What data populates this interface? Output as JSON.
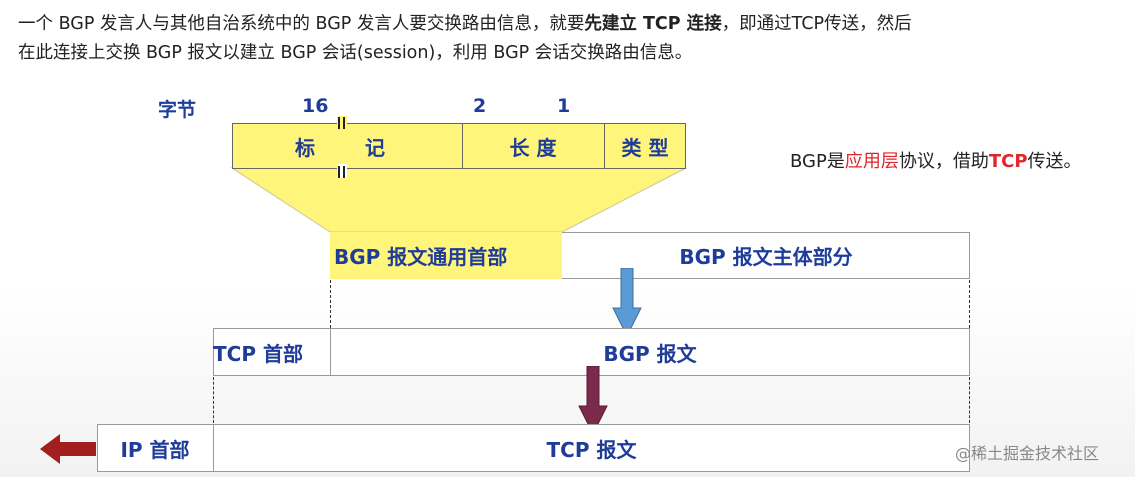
{
  "intro": {
    "line1_pre": "一个 BGP 发言人与其他自治系统中的 BGP 发言人要交换路由信息，就要",
    "line1_bold": "先建立 TCP 连接",
    "line1_post": "，即通过TCP传送，然后",
    "line2": "在此连接上交换 BGP 报文以建立 BGP 会话(session)，利用 BGP 会话交换路由信息。"
  },
  "header_fields": {
    "bytes_label": "字节",
    "size_marker": "16",
    "length_size": "2",
    "type_size": "1",
    "marker_label": [
      "标",
      "记"
    ],
    "length_label": "长 度",
    "type_label": "类 型"
  },
  "note": {
    "pre": "BGP是",
    "highlight": "应用层",
    "mid": "协议，借助",
    "highlight2": "TCP",
    "post": "传送。"
  },
  "bgp_message": {
    "header": "BGP 报文通用首部",
    "body": "BGP 报文主体部分"
  },
  "tcp_segment": {
    "header": "TCP 首部",
    "payload": "BGP 报文"
  },
  "ip_datagram": {
    "header": "IP 首部",
    "payload": "TCP 报文"
  },
  "watermark": "@稀土掘金技术社区",
  "colors": {
    "field_yellow": "#fff57a",
    "label_blue": "#1f3c99",
    "arrow_blue": "#5b9bd5",
    "arrow_purple": "#7a2a4a",
    "arrow_red": "#a31f1f",
    "highlight_red": "#e0262b"
  }
}
